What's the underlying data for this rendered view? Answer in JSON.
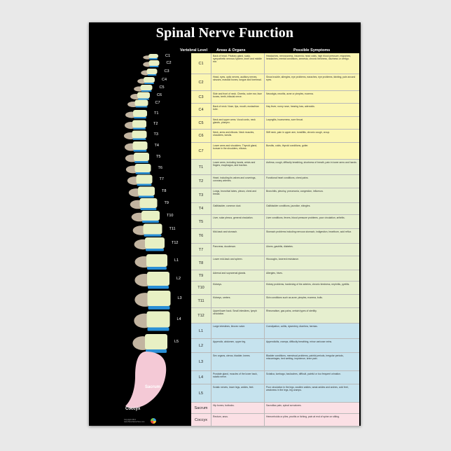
{
  "title": "Spinal Nerve Function",
  "headers": {
    "level": "Vertebral Level",
    "areas": "Areas & Organs",
    "symptoms": "Possible Symptoms"
  },
  "colors": {
    "cervical": "#fbf6b2",
    "thoracic": "#e6efcf",
    "lumbar": "#c6e3ee",
    "sacral": "#fbe0e5",
    "vertebra": "#e8f0c4",
    "disc": "#2a8fd6",
    "sacrum": "#f4c9d6"
  },
  "spine_labels": [
    "C1",
    "C2",
    "C3",
    "C4",
    "C5",
    "C6",
    "C7",
    "T1",
    "T2",
    "T3",
    "T4",
    "T5",
    "T6",
    "T7",
    "T8",
    "T9",
    "T10",
    "T11",
    "T12",
    "L1",
    "L2",
    "L3",
    "L4",
    "L5"
  ],
  "sacrum_label": "Sacrum",
  "coccyx_label": "Coccyx",
  "copyright": "Copyright 2012 www.StoreNameHere.com",
  "rows": [
    {
      "level": "C1",
      "group": "c",
      "areas": "Back of head. Pituitary gland, scalp, sympathetic nervous system, inner and middle ear.",
      "symptoms": "Headaches, nervousness, insomnia, head colds, high blood pressure, migraines, headaches, mental conditions, amnesia, chronic tiredness, dizziness or vertigo."
    },
    {
      "level": "C2",
      "group": "c",
      "areas": "Head, eyes, optic nerves, auditory nerves, sinuses, mastoid bones, tongue and forehead.",
      "symptoms": "Sinus trouble, allergies, eye problems, earaches, eye problems, fainting, pain around eyes."
    },
    {
      "level": "C3",
      "group": "c",
      "areas": "Side and front of neck. Cheeks, outer ear, face bones, teeth, trifacial nerve.",
      "symptoms": "Neuralgia, neuritis, acne or pimples, eczema."
    },
    {
      "level": "C4",
      "group": "c",
      "areas": "Back of neck. Nose, lips, mouth, eustachian tube.",
      "symptoms": "Hay fever, runny nose, hearing loss, adenoids."
    },
    {
      "level": "C5",
      "group": "c",
      "areas": "Neck and upper arms. Vocal cords, neck glands, pharynx.",
      "symptoms": "Laryngitis, hoarseness, sore throat."
    },
    {
      "level": "C6",
      "group": "c",
      "areas": "Neck, arms and elbows. Neck muscles, shoulders, tonsils.",
      "symptoms": "Stiff neck, pain in upper arm, tonsillitis, chronic cough, croup."
    },
    {
      "level": "C7",
      "group": "c",
      "areas": "Lower arms and shoulders. Thyroid gland, bursae in the shoulders, elbows.",
      "symptoms": "Bursitis, colds, thyroid conditions, goiter."
    },
    {
      "level": "T1",
      "group": "t",
      "areas": "Lower arms, including hands, wrists and fingers, esophagus, and trachea.",
      "symptoms": "Asthma, cough, difficulty breathing, shortness of breath, pain in lower arms and hands."
    },
    {
      "level": "T2",
      "group": "t",
      "areas": "Heart, including its valves and coverings, coronary arteries.",
      "symptoms": "Functional heart conditions, chest pains."
    },
    {
      "level": "T3",
      "group": "t",
      "areas": "Lungs, bronchial tubes, pleura, chest and breast.",
      "symptoms": "Bronchitis, pleurisy, pneumonia, congestion, influenza."
    },
    {
      "level": "T4",
      "group": "t",
      "areas": "Gallbladder, common duct.",
      "symptoms": "Gallbladder conditions, jaundice, shingles."
    },
    {
      "level": "T5",
      "group": "t",
      "areas": "Liver, solar plexus, general circulation.",
      "symptoms": "Liver conditions, fevers, blood pressure problems, poor circulation, arthritis."
    },
    {
      "level": "T6",
      "group": "t",
      "areas": "Mid-back and stomach.",
      "symptoms": "Stomach problems including nervous stomach, indigestion, heartburn, acid reflux."
    },
    {
      "level": "T7",
      "group": "t",
      "areas": "Pancreas, duodenum.",
      "symptoms": "Ulcers, gastritis, diabetes."
    },
    {
      "level": "T8",
      "group": "t",
      "areas": "Lower mid-back and spleen.",
      "symptoms": "Hiccoughs, lowered resistance."
    },
    {
      "level": "T9",
      "group": "t",
      "areas": "Adrenal and suprarenal glands.",
      "symptoms": "Allergies, hives."
    },
    {
      "level": "T10",
      "group": "t",
      "areas": "Kidneys.",
      "symptoms": "Kidney problems, hardening of the arteries, chronic tiredness, nephritis, pyelitis."
    },
    {
      "level": "T11",
      "group": "t",
      "areas": "Kidneys, ureters.",
      "symptoms": "Skin conditions such as acne, pimples, eczema, boils."
    },
    {
      "level": "T12",
      "group": "t",
      "areas": "Upper/lower back. Small intestines, lymph circulation.",
      "symptoms": "Rheumatism, gas pains, certain types of sterility."
    },
    {
      "level": "L1",
      "group": "l",
      "areas": "Large intestines, ileocec valve.",
      "symptoms": "Constipation, colitis, dysentery, diarrhea, hernias."
    },
    {
      "level": "L2",
      "group": "l",
      "areas": "Appendix, abdomen, upper leg.",
      "symptoms": "Appendicitis, cramps, difficulty breathing, minor varicose veins."
    },
    {
      "level": "L3",
      "group": "l",
      "areas": "Sex organs, uterus, bladder, knees.",
      "symptoms": "Bladder conditions, menstrual problems, painful periods, irregular periods, miscarriages, bed wetting, impotence, knee pain."
    },
    {
      "level": "L4",
      "group": "l",
      "areas": "Prostate gland, muscles of the lower back, sciatic nerve.",
      "symptoms": "Sciatica, lumbago, backaches, difficult, painful or too frequent urination."
    },
    {
      "level": "L5",
      "group": "l",
      "areas": "Sciatic nerves, lower legs, ankles, feet.",
      "symptoms": "Poor circulation in the legs, swollen ankles, weak ankles and arches, cold feet, weakness in the legs, leg cramps."
    },
    {
      "level": "Sacrum",
      "group": "s",
      "areas": "Hip bones, buttocks.",
      "symptoms": "Sacroiliac pain, spinal curvatures."
    },
    {
      "level": "Coccyx",
      "group": "s",
      "areas": "Rectum, anus.",
      "symptoms": "Hemorrhoids or piles, pruritis or itching, pain at end of spine on sitting."
    }
  ]
}
